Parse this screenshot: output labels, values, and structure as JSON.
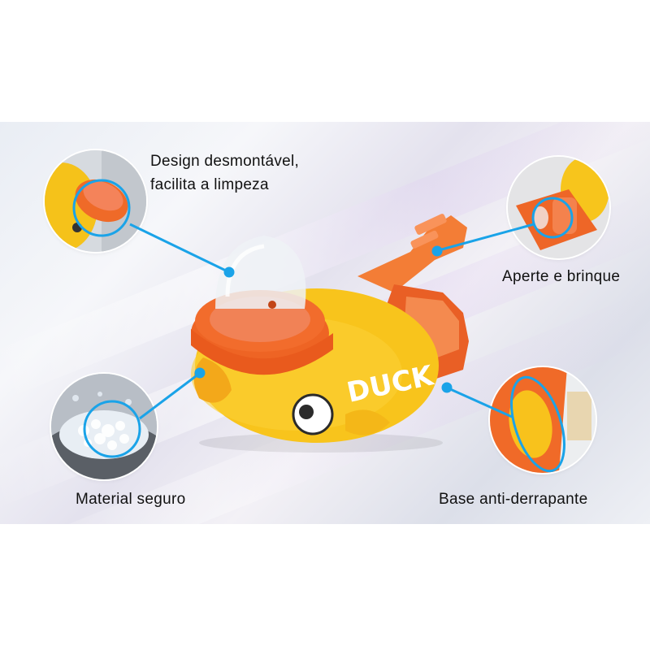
{
  "callouts": {
    "design": {
      "line1": "Design desmontável,",
      "line2": "facilita a limpeza"
    },
    "squeeze": "Aperte e brinque",
    "material": "Material seguro",
    "base": "Base anti-derrapante"
  },
  "product": {
    "brand_text": "DUCK"
  },
  "colors": {
    "accent": "#1aa3e8",
    "orange": "#f26a2a",
    "yellow": "#f9c41e"
  }
}
